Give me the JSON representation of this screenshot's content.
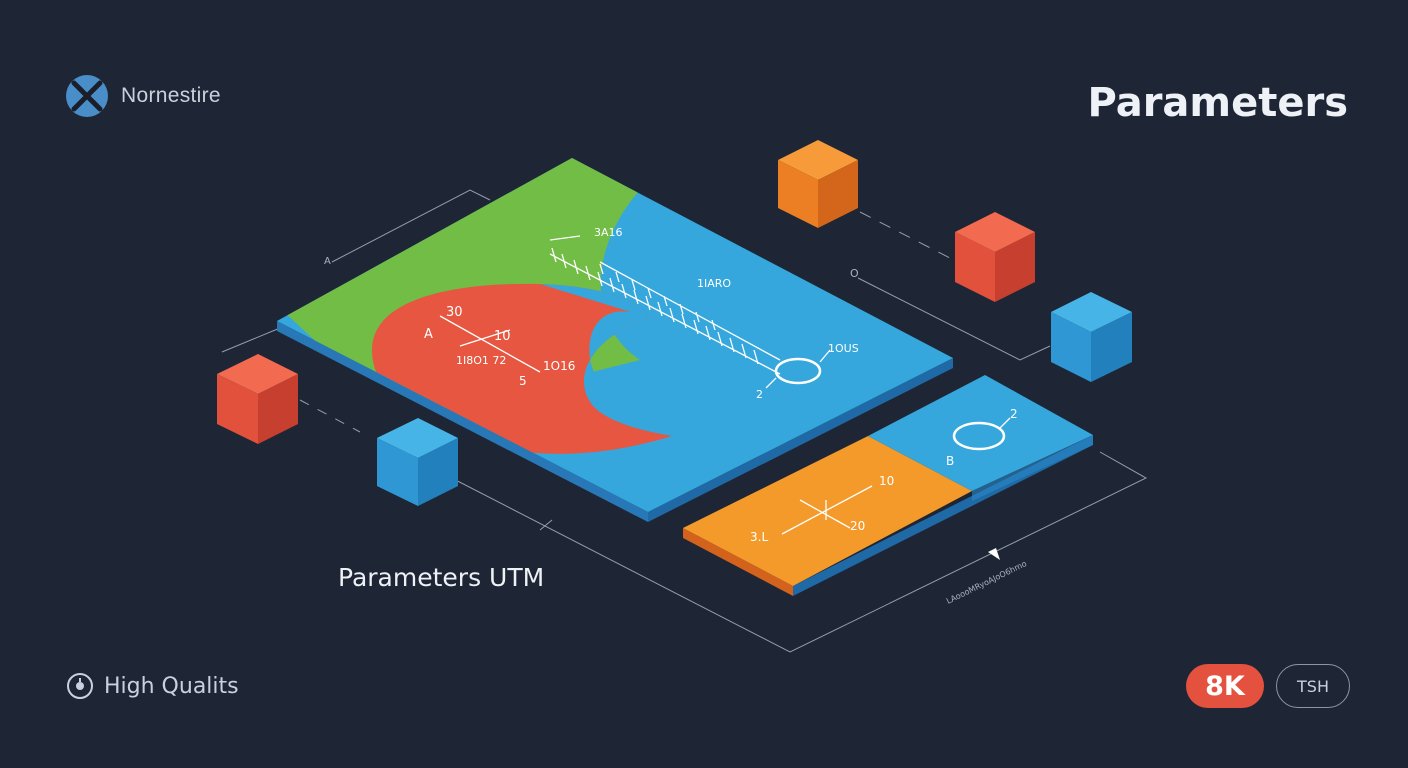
{
  "brand": {
    "name": "Nornestire",
    "logo_icon": "close-x-icon"
  },
  "header": {
    "title": "Parameters"
  },
  "scene": {
    "caption": "Parameters UTM",
    "main_plate": {
      "labels": [
        "3A16",
        "1IARO",
        "1OUS",
        "2",
        "30",
        "A",
        "10",
        "1I8O1 72",
        "1O16",
        "5"
      ]
    },
    "small_plate": {
      "labels": [
        "10",
        "20",
        "3.L",
        "B",
        "2"
      ]
    },
    "axis_labels": {
      "left_marker": "A",
      "right_marker": "O",
      "bottom_caption": "LAoooMRyoAJoO6hmo"
    },
    "colors": {
      "background": "#1e2636",
      "green": "#72bd46",
      "blue": "#35a7dc",
      "red": "#e65640",
      "orange": "#f49a2b"
    }
  },
  "footer": {
    "quality_icon": "radio-icon",
    "quality_label": "High Qualits",
    "badges": {
      "primary": "8K",
      "secondary": "TSH"
    }
  }
}
